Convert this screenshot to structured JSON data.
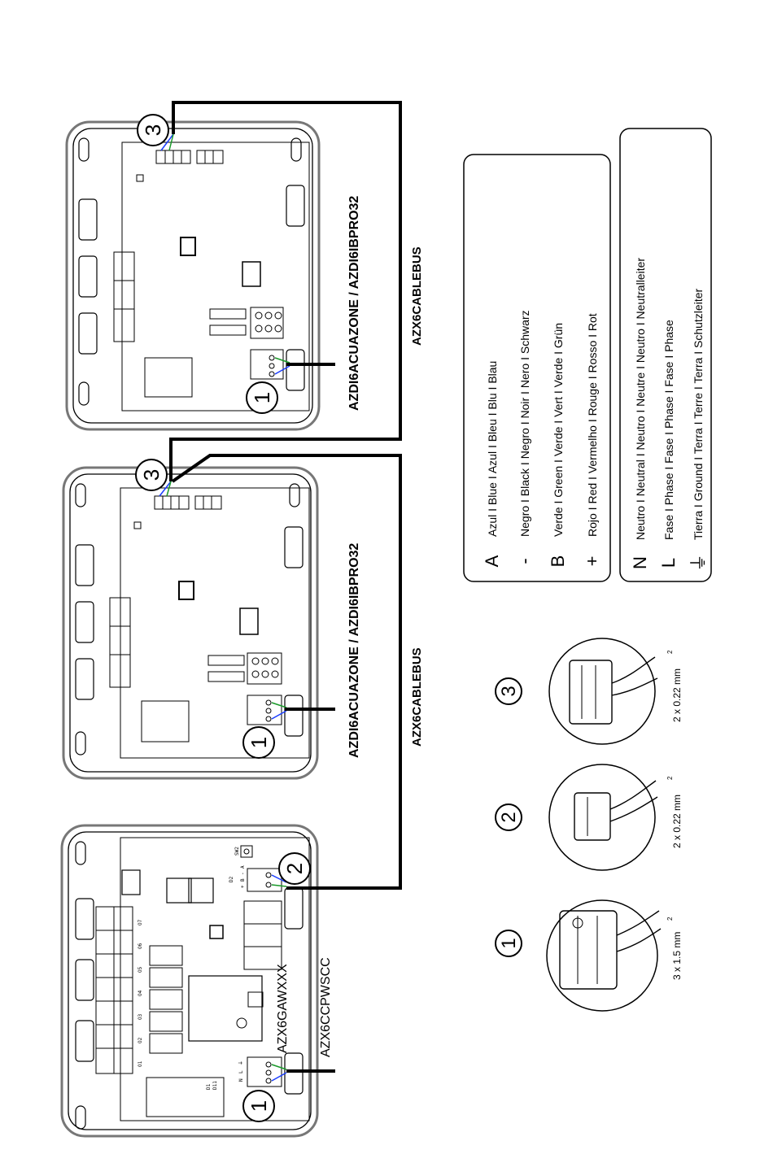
{
  "devices": {
    "central": {
      "model": "AZX6CCPWSCC",
      "webserver_model": "AZX6GAWXXX",
      "outputs": [
        "O1",
        "O2",
        "O3",
        "O4",
        "O5",
        "O6",
        "O7"
      ],
      "power_terminals": [
        "N",
        "L",
        "⏚"
      ],
      "bus_terminals": [
        "+",
        "B",
        "-",
        "A"
      ],
      "small_labels": [
        "D1",
        "D11",
        "D2",
        "SW2"
      ]
    },
    "zone1": {
      "model": "AZDI6ACUAZONE / AZDI6IBPRO32"
    },
    "zone2": {
      "model": "AZDI6ACUAZONE / AZDI6IBPRO32"
    }
  },
  "cables": {
    "bus_label_1": "AZX6CABLEBUS",
    "bus_label_2": "AZX6CABLEBUS"
  },
  "markers": {
    "power": "1",
    "main_bus": "2",
    "zone_bus": "3"
  },
  "connectors": [
    {
      "number": "1",
      "spec": "3 x 1.5 mm",
      "superscript": "2"
    },
    {
      "number": "2",
      "spec": "2 x 0.22 mm",
      "superscript": "2"
    },
    {
      "number": "3",
      "spec": "2 x 0.22 mm",
      "superscript": "2"
    }
  ],
  "legend_bus": {
    "rows": [
      {
        "symbol": "A",
        "text": "Azul I Blue I Azul I Bleu I Blu I Blau"
      },
      {
        "symbol": "-",
        "text": "Negro I Black I Negro I Noir I Nero I Schwarz"
      },
      {
        "symbol": "B",
        "text": "Verde I Green I Verde I Vert I Verde I Grün"
      },
      {
        "symbol": "+",
        "text": "Rojo I Red I Vermelho I Rouge I Rosso I Rot"
      }
    ]
  },
  "legend_power": {
    "rows": [
      {
        "symbol": "N",
        "text": "Neutro I Neutral I Neutro I Neutre I Neutro I Neutralleiter"
      },
      {
        "symbol": "L",
        "text": "Fase I Phase I Fase I Phase I Fase I Phase"
      },
      {
        "symbol": "⏚",
        "text": "Tierra I Ground I Terra I Terre I Terra I Schutzleiter"
      }
    ]
  },
  "colors": {
    "ink": "#000000",
    "wire_blue": "#1a3dff",
    "wire_green": "#1a9a2a",
    "frame_gray": "#777777"
  }
}
